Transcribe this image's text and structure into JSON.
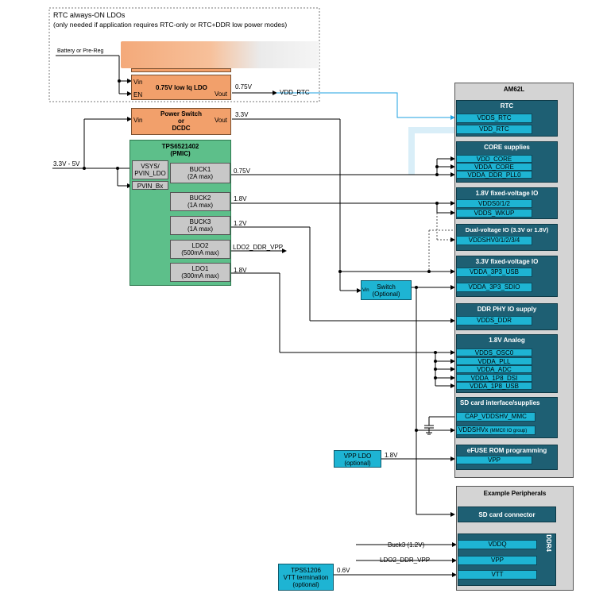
{
  "rtc_region": {
    "title_line1": "RTC always-ON LDOs",
    "title_line2": "(only needed if application requires RTC-only or RTC+DDR low power modes)",
    "battery_label": "Battery or Pre-Reg",
    "ldo_label": "0.75V low Iq LDO",
    "vin": "Vin",
    "en": "EN",
    "vout": "Vout",
    "vout_voltage": "0.75V",
    "vdd_rtc_out": "VDD_RTC"
  },
  "power_switch": {
    "line1": "Power Switch",
    "line2": "or",
    "line3": "DCDC",
    "vin": "Vin",
    "vout": "Vout",
    "voltage": "3.3V"
  },
  "input_voltage": "3.3V - 5V",
  "pmic": {
    "title": "TPS6521402",
    "subtitle": "(PMIC)",
    "vsys_line1": "VSYS/",
    "vsys_line2": "PVIN_LDO",
    "pvin_bx": "PVIN_Bx",
    "buck1": "BUCK1",
    "buck1_max": "(2A max)",
    "buck1_v": "0.75V",
    "buck2": "BUCK2",
    "buck2_max": "(1A max)",
    "buck2_v": "1.8V",
    "buck3": "BUCK3",
    "buck3_max": "(1A max)",
    "buck3_v": "1.2V",
    "ldo2": "LDO2",
    "ldo2_max": "(500mA max)",
    "ldo2_out": "LDO2_DDR_VPP",
    "ldo1": "LDO1",
    "ldo1_max": "(300mA max)",
    "ldo1_v": "1.8V"
  },
  "switch": {
    "line1": "Switch",
    "line2": "(Optional)",
    "vin": "Vin"
  },
  "vpp_ldo": {
    "line1": "VPP LDO",
    "line2": "(optional)",
    "voltage": "1.8V"
  },
  "am62l": {
    "title": "AM62L",
    "groups": {
      "rtc": {
        "title": "RTC",
        "rails": [
          "VDDS_RTC",
          "VDD_RTC"
        ]
      },
      "core": {
        "title": "CORE supplies",
        "rails": [
          "VDD_CORE",
          "VDDA_CORE",
          "VDDA_DDR_PLL0"
        ]
      },
      "io18": {
        "title": "1.8V fixed-voltage IO",
        "rails": [
          "VDDS0/1/2",
          "VDDS_WKUP"
        ]
      },
      "dual": {
        "title": "Dual-voltage IO (3.3V or 1.8V)",
        "rails": [
          "VDDSHV0/1/2/3/4"
        ]
      },
      "io33": {
        "title": "3.3V fixed-voltage IO",
        "rails": [
          "VDDA_3P3_USB",
          "VDDA_3P3_SDIO"
        ]
      },
      "ddrphy": {
        "title": "DDR PHY IO supply",
        "rails": [
          "VDDS_DDR"
        ]
      },
      "analog": {
        "title": "1.8V Analog",
        "rails": [
          "VDDS_OSC0",
          "VDDA_PLL",
          "VDDA_ADC",
          "VDDA_1P8_DSI",
          "VDDA_1P8_USB"
        ]
      },
      "sd": {
        "title": "SD card interface/supplies",
        "rails": [
          "CAP_VDDSHV_MMC",
          "VDDSHVx"
        ],
        "mmc_note": "(MMC0 IO group)"
      },
      "efuse": {
        "title": "eFUSE ROM programming",
        "rails": [
          "VPP"
        ]
      }
    }
  },
  "peripherals": {
    "title": "Example Peripherals",
    "sd_connector": "SD card connector",
    "ddr4_label": "DDR4",
    "ddr_rails": [
      "VDDQ",
      "VPP",
      "VTT"
    ],
    "buck3_in": "Buck3 (1.2V)",
    "ldo2_in": "LDO2_DDR_VPP",
    "vtt_voltage": "0.6V"
  },
  "vtt": {
    "line1": "TPS51206",
    "line2": "VTT termination",
    "line3": "(optional)"
  }
}
